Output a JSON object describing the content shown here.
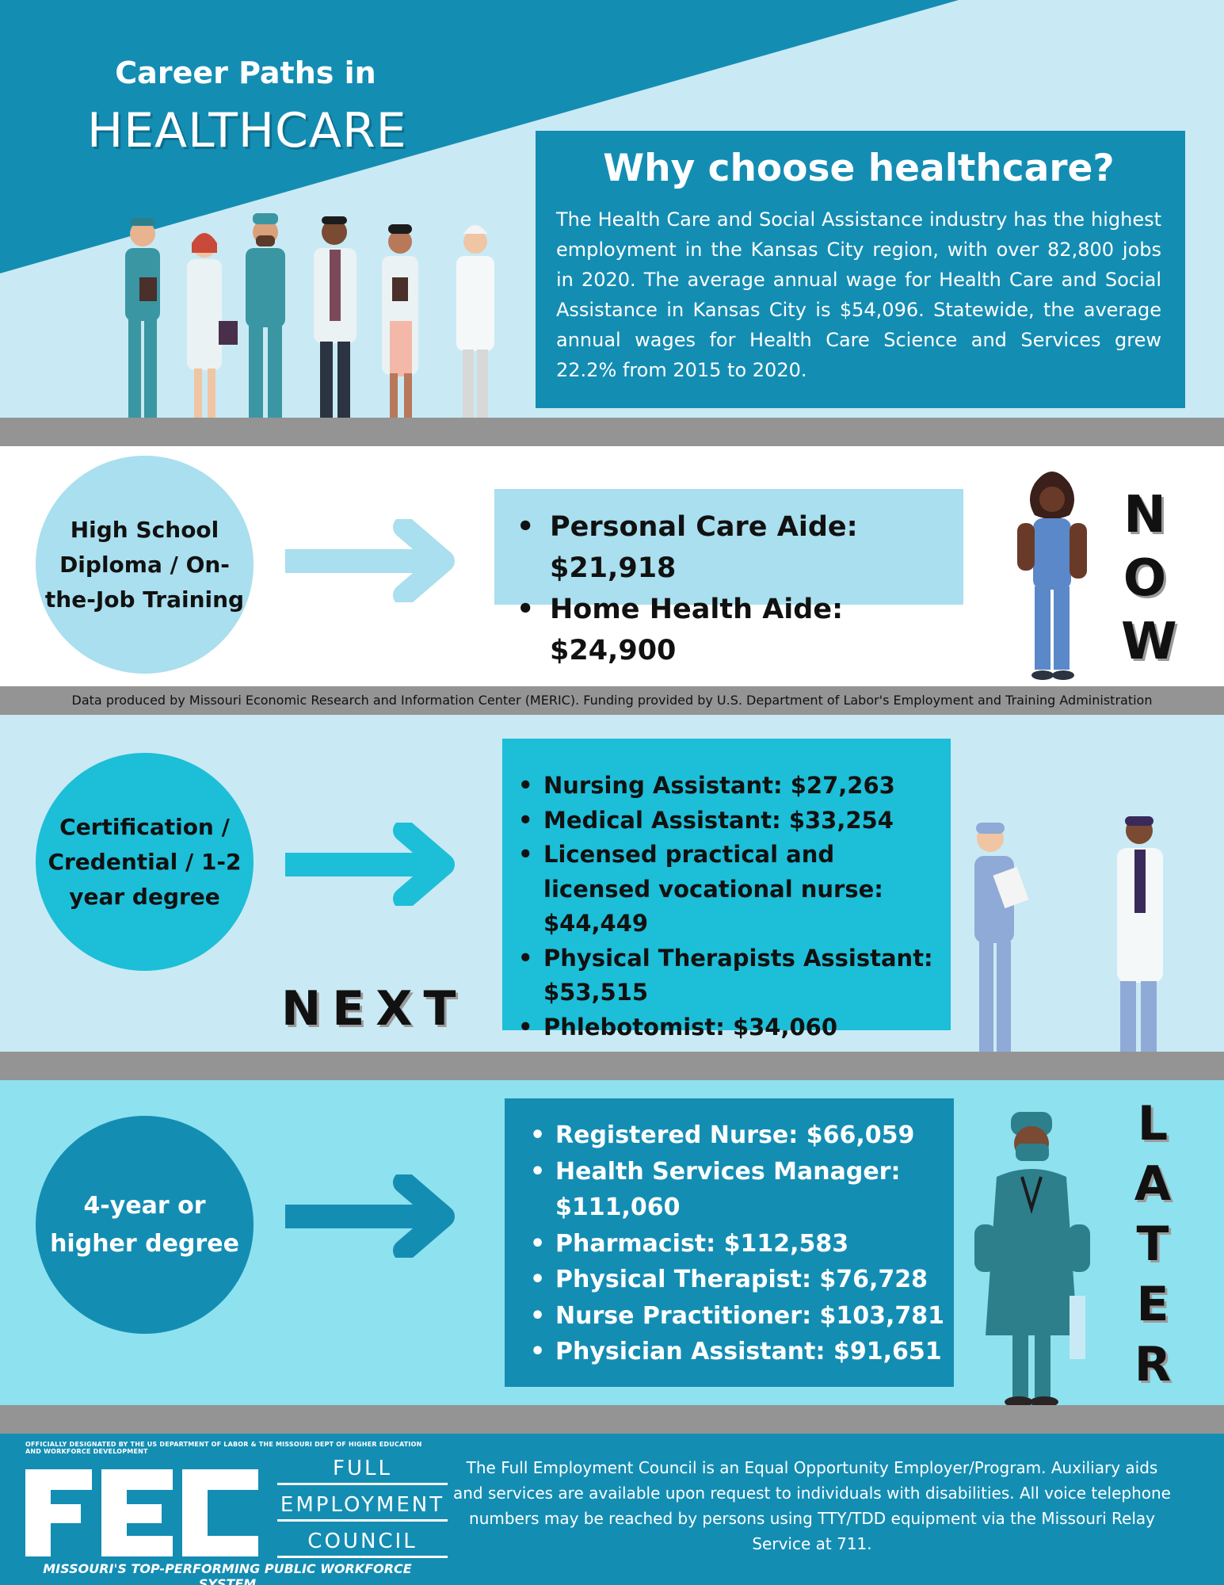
{
  "hero": {
    "title_line1": "Career Paths in",
    "title_line2": "HEALTHCARE",
    "why_title": "Why choose healthcare?",
    "why_body": "The Health Care and Social Assistance industry has the highest employment in the Kansas City region, with over 82,800 jobs in 2020. The average annual wage for Health Care and Social Assistance in Kansas City is $54,096. Statewide, the average annual wages for Health Care Science and Services grew 22.2% from 2015 to 2020."
  },
  "now": {
    "circle_label": "High School Diploma / On-the-Job Training",
    "stage_word": "NOW",
    "jobs": [
      "Personal Care Aide: $21,918",
      "Home Health Aide: $24,900"
    ]
  },
  "credit": "Data produced by Missouri Economic Research and Information Center (MERIC). Funding provided by U.S. Department of Labor's Employment and Training Administration",
  "next": {
    "circle_label": "Certification / Credential / 1-2 year degree",
    "stage_word": "NEXT",
    "jobs": [
      "Nursing Assistant: $27,263",
      "Medical Assistant: $33,254",
      "Licensed practical and licensed vocational nurse: $44,449",
      "Physical Therapists Assistant: $53,515",
      "Phlebotomist: $34,060"
    ]
  },
  "later": {
    "circle_label": "4-year or higher degree",
    "stage_word": "LATER",
    "jobs": [
      "Registered Nurse: $66,059",
      "Health Services Manager: $111,060",
      "Pharmacist: $112,583",
      "Physical Therapist: $76,728",
      "Nurse Practitioner: $103,781",
      "Physician Assistant: $91,651"
    ]
  },
  "footer": {
    "logo_tagline": "OFFICIALLY DESIGNATED BY THE US DEPARTMENT OF LABOR & THE MISSOURI DEPT OF HIGHER EDUCATION AND WORKFORCE DEVELOPMENT",
    "logo_letters": "FEC",
    "logo_word1": "FULL",
    "logo_word2": "EMPLOYMENT",
    "logo_word3": "COUNCIL",
    "logo_motto": "MISSOURI'S TOP-PERFORMING PUBLIC WORKFORCE SYSTEM",
    "notice": "The Full Employment Council is an Equal Opportunity Employer/Program. Auxiliary aids and services are available upon request to individuals with disabilities. All voice telephone numbers may be reached by persons using TTY/TDD equipment via the Missouri Relay Service at 711."
  },
  "colors": {
    "dark_teal": "#148db3",
    "cyan": "#1dbed8",
    "light_blue": "#a9dfee",
    "pale_blue": "#c9eaf4",
    "floor_gray": "#949494"
  },
  "icons": [
    "arrow-right-icon",
    "healthcare-staff-illustration",
    "nurse-illustration",
    "doctors-illustration",
    "surgeon-illustration"
  ]
}
